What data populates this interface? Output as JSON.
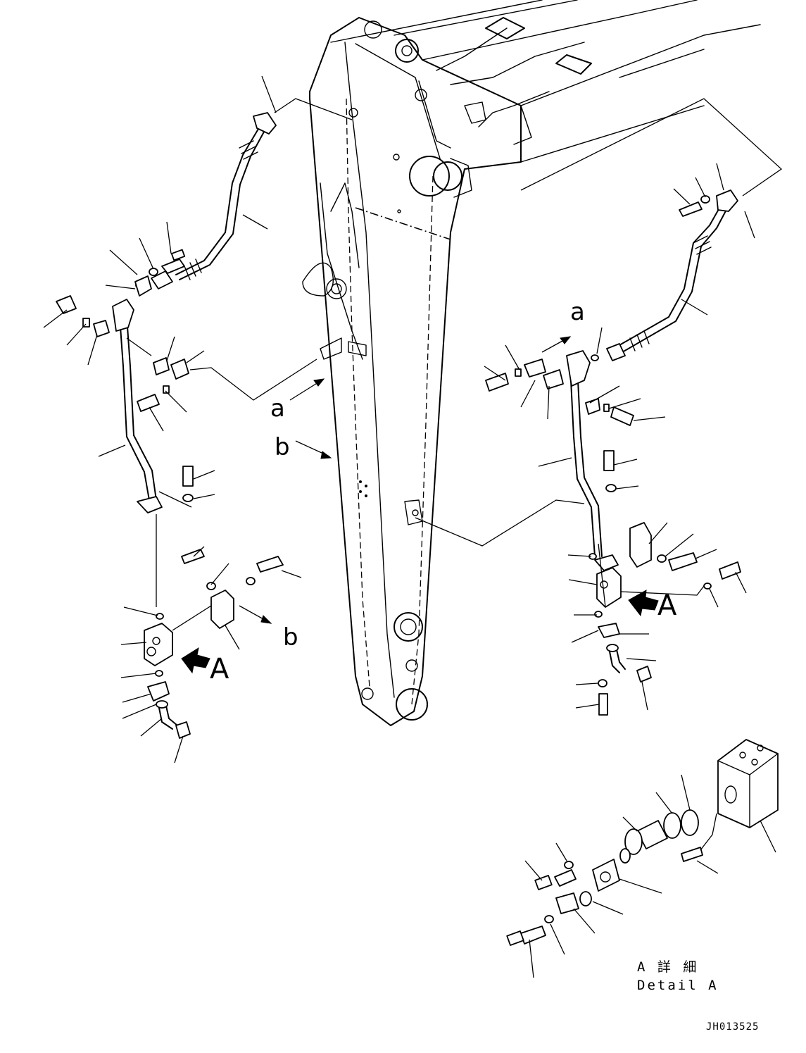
{
  "figure": {
    "ref_a_upper": "a",
    "ref_a_center": "a",
    "ref_b_center": "b",
    "ref_b_lower": "b",
    "view_A_left": "A",
    "view_A_right": "A",
    "detail_title_jp": "A 詳 細",
    "detail_title_en": "Detail A",
    "drawing_code": "JH013525"
  }
}
